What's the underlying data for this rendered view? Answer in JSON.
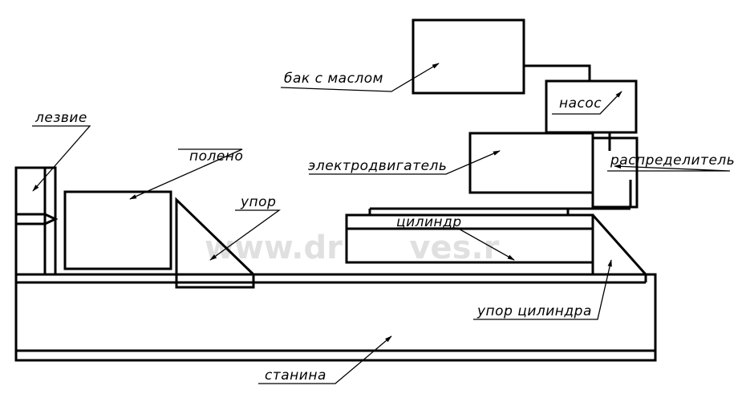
{
  "labels": {
    "blade": "лезвие",
    "log": "полено",
    "stop": "упор",
    "oil_tank": "бак с маслом",
    "pump": "насос",
    "motor": "электродвигатель",
    "distributor": "распределитель",
    "cylinder": "цилиндр",
    "cylinder_stop": "упор цилиндра",
    "frame": "станина"
  },
  "watermark": "www.dr      ves.r"
}
